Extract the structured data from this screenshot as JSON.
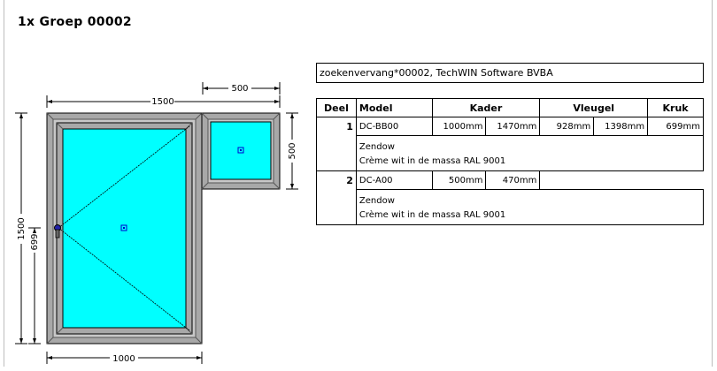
{
  "title": "1x Groep 00002",
  "info": "zoekenvervang*00002, TechWIN Software BVBA",
  "table": {
    "headers": {
      "deel": "Deel",
      "model": "Model",
      "kader": "Kader",
      "vleugel": "Vleugel",
      "kruk": "Kruk"
    },
    "rows": [
      {
        "deel": "1",
        "model": "DC-BB00",
        "kader_w": "1000mm",
        "kader_h": "1470mm",
        "vleugel_w": "928mm",
        "vleugel_h": "1398mm",
        "kruk": "699mm",
        "desc_line1": "Zendow",
        "desc_line2": "Crème wit in de massa RAL 9001"
      },
      {
        "deel": "2",
        "model": "DC-A00",
        "kader_w": "500mm",
        "kader_h": "470mm",
        "vleugel_w": "",
        "vleugel_h": "",
        "kruk": "",
        "desc_line1": "Zendow",
        "desc_line2": "Crème wit in de massa RAL 9001"
      }
    ]
  },
  "dimensions": {
    "total_width": "1500",
    "top_right_width": "500",
    "right_height": "500",
    "left_height": "1500",
    "handle_height": "699",
    "bottom_width": "1000"
  },
  "colors": {
    "frame": "#a8a8a8",
    "glass": "#00ffff",
    "outline": "#000000"
  }
}
